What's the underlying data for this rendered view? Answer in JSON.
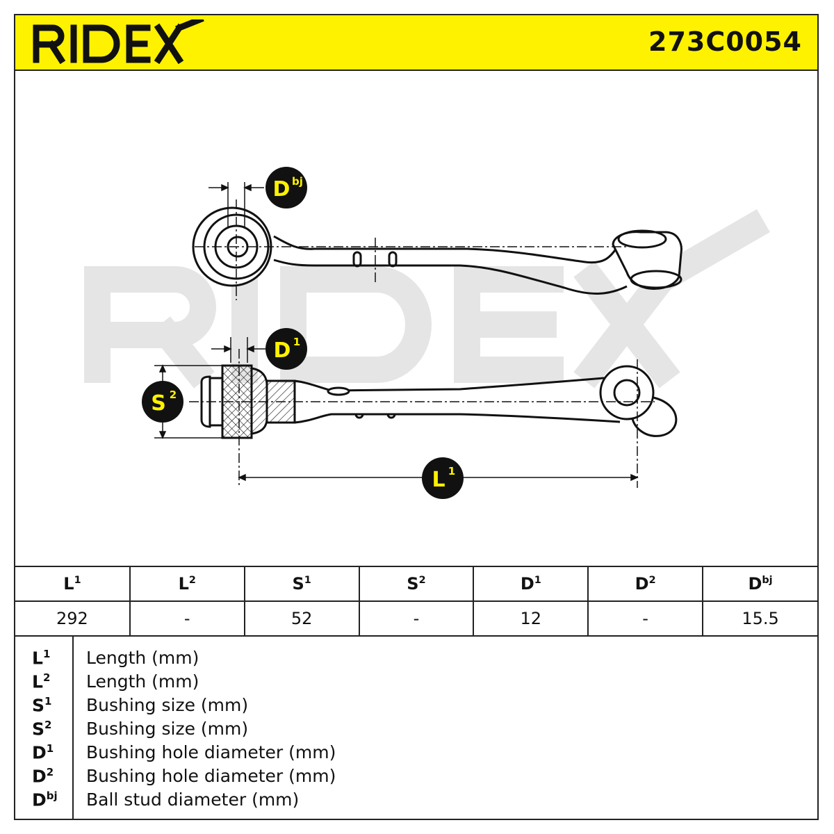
{
  "brand": {
    "logo_text": "RIDEX",
    "accent_color": "#fff200"
  },
  "part_number": "273C0054",
  "watermark": {
    "text": "RIDEX"
  },
  "callouts": {
    "dbj": {
      "main": "D",
      "sup": "bj"
    },
    "d1": {
      "main": "D",
      "sup": "1"
    },
    "s2": {
      "main": "S",
      "sup": "2"
    },
    "l1": {
      "main": "L",
      "sup": "1"
    }
  },
  "spec_table": {
    "headers": [
      {
        "main": "L",
        "sup": "1"
      },
      {
        "main": "L",
        "sup": "2"
      },
      {
        "main": "S",
        "sup": "1"
      },
      {
        "main": "S",
        "sup": "2"
      },
      {
        "main": "D",
        "sup": "1"
      },
      {
        "main": "D",
        "sup": "2"
      },
      {
        "main": "D",
        "sup": "bj"
      }
    ],
    "values": [
      "292",
      "-",
      "52",
      "-",
      "12",
      "-",
      "15.5"
    ]
  },
  "legend": [
    {
      "main": "L",
      "sup": "1",
      "desc": "Length (mm)"
    },
    {
      "main": "L",
      "sup": "2",
      "desc": "Length (mm)"
    },
    {
      "main": "S",
      "sup": "1",
      "desc": "Bushing size (mm)"
    },
    {
      "main": "S",
      "sup": "2",
      "desc": "Bushing size (mm)"
    },
    {
      "main": "D",
      "sup": "1",
      "desc": "Bushing hole diameter (mm)"
    },
    {
      "main": "D",
      "sup": "2",
      "desc": "Bushing hole diameter (mm)"
    },
    {
      "main": "D",
      "sup": "bj",
      "desc": "Ball stud diameter (mm)"
    }
  ]
}
